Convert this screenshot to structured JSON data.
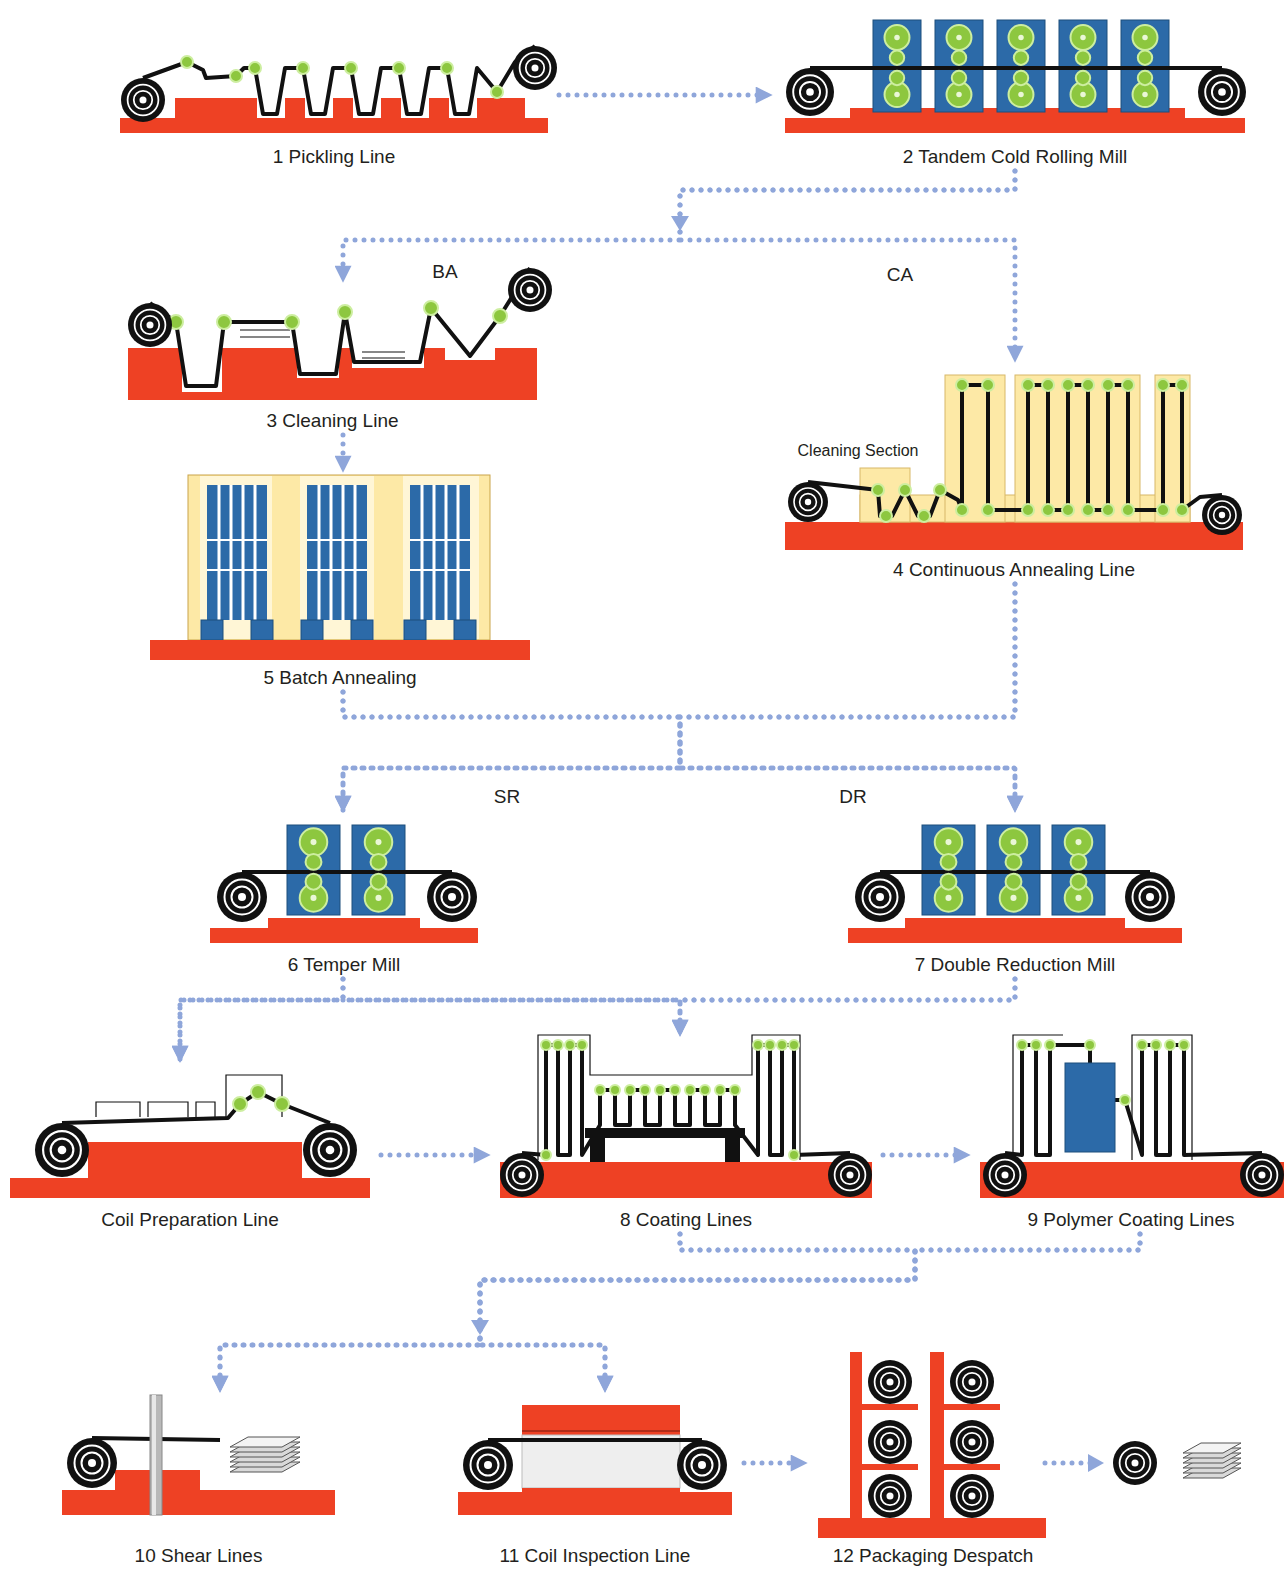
{
  "diagram": {
    "nodes": [
      {
        "text": [
          "1 Pickling Line"
        ]
      },
      {
        "text": [
          "2 Tandem Cold Rolling Mill"
        ]
      },
      {
        "text": [
          "3 Cleaning Line"
        ]
      },
      {
        "text": [
          "4 Continuous Annealing Line"
        ]
      },
      {
        "text": [
          "5 Batch Annealing"
        ]
      },
      {
        "text": [
          "6 Temper Mill"
        ]
      },
      {
        "text": [
          "7 Double Reduction Mill"
        ]
      },
      {
        "text": [
          "Coil Preparation Line"
        ]
      },
      {
        "text": [
          "8 Coating Lines"
        ]
      },
      {
        "text": [
          "9 Polymer Coating Lines"
        ]
      },
      {
        "text": [
          "10 Shear Lines"
        ]
      },
      {
        "text": [
          "11 Coil Inspection Line"
        ]
      },
      {
        "text": [
          "12 Packaging Despatch"
        ]
      }
    ],
    "edges": [
      {
        "from": 0,
        "to": 1,
        "arrow": "to"
      },
      {
        "from": 1,
        "to": 2,
        "arrow": "to"
      },
      {
        "from": 1,
        "to": 3,
        "arrow": "to"
      },
      {
        "from": 2,
        "to": 4,
        "arrow": "to"
      },
      {
        "from": 4,
        "to": 5,
        "arrow": "to"
      },
      {
        "from": 4,
        "to": 6,
        "arrow": "to"
      },
      {
        "from": 3,
        "to": 5,
        "arrow": "to"
      },
      {
        "from": 3,
        "to": 6,
        "arrow": "to"
      },
      {
        "from": 5,
        "to": 7,
        "arrow": "to"
      },
      {
        "from": 5,
        "to": 8,
        "arrow": "to"
      },
      {
        "from": 6,
        "to": 7,
        "arrow": "to"
      },
      {
        "from": 6,
        "to": 8,
        "arrow": "to"
      },
      {
        "from": 7,
        "to": 8,
        "arrow": "to"
      },
      {
        "from": 8,
        "to": 9,
        "arrow": "to"
      },
      {
        "from": 8,
        "to": 10,
        "arrow": "to"
      },
      {
        "from": 8,
        "to": 11,
        "arrow": "to"
      },
      {
        "from": 9,
        "to": 10,
        "arrow": "to"
      },
      {
        "from": 9,
        "to": 11,
        "arrow": "to"
      },
      {
        "from": 11,
        "to": 12,
        "arrow": "to"
      }
    ],
    "labels": [
      "BA",
      "CA",
      "Cleaning Section",
      "SR",
      "DR"
    ]
  }
}
